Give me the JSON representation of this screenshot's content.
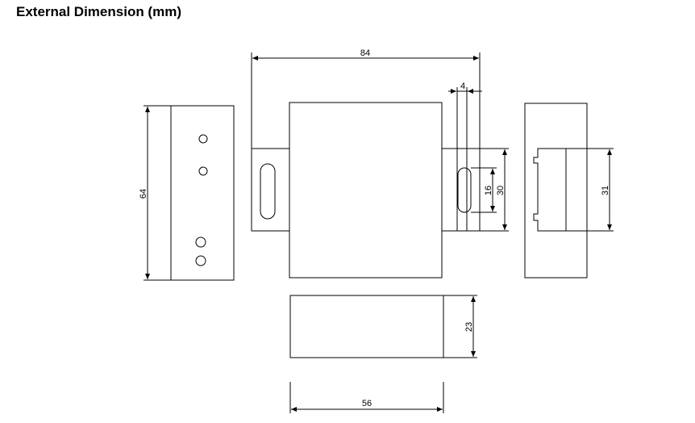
{
  "title": "External Dimension (mm)",
  "dimensions": {
    "overall_width": "84",
    "flange_thickness": "4",
    "slot_height": "16",
    "flange_height": "30",
    "rail_height": "31",
    "side_height": "64",
    "body_height": "23",
    "body_width": "56"
  }
}
